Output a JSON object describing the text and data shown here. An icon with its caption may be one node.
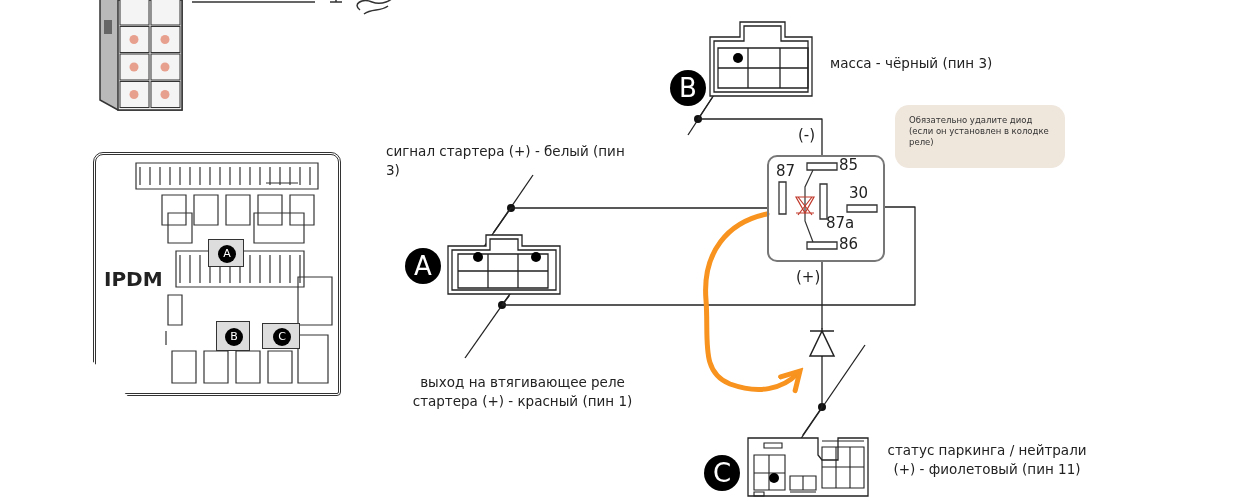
{
  "diagram": {
    "nodes": [
      {
        "text": [
          "IPDM"
        ]
      },
      {
        "text": [
          "A"
        ],
        "in": 0
      },
      {
        "text": [
          "B"
        ],
        "in": 0
      },
      {
        "text": [
          "C"
        ],
        "in": 0
      },
      {
        "text": [
          "B"
        ],
        "beside": [
          "масса - чёрный (пин 3)"
        ]
      },
      {
        "text": [
          "A"
        ]
      },
      {
        "text": [
          "C"
        ],
        "beside": [
          "статус паркинга / нейтрали (+) - фиолетовый (пин 11)"
        ]
      },
      {
        "text": [
          "85",
          "87",
          "30",
          "87a",
          "86"
        ]
      },
      {
        "text": [],
        "shape": "diode"
      },
      {
        "text": [
          "Обязательно удалите диод (если он установлен в колодке реле)"
        ]
      }
    ],
    "edges": [
      {
        "from": 4,
        "to": 7,
        "arrow": "none",
        "label": "(-)"
      },
      {
        "from": 5,
        "to": 7,
        "arrow": "none"
      },
      {
        "from": 5,
        "to": 7,
        "arrow": "none"
      },
      {
        "from": 6,
        "to": 8,
        "arrow": "none"
      },
      {
        "from": 8,
        "to": 7,
        "arrow": "none",
        "label": "(+)"
      },
      {
        "from": 7,
        "to": 8,
        "arrow": "to",
        "style": "thick",
        "color": "#f7931e"
      }
    ],
    "labels": [
      "сигнал стартера (+) - белый (пин 3)",
      "выход на втягивающее реле стартера (+) - красный (пин 1)"
    ]
  }
}
